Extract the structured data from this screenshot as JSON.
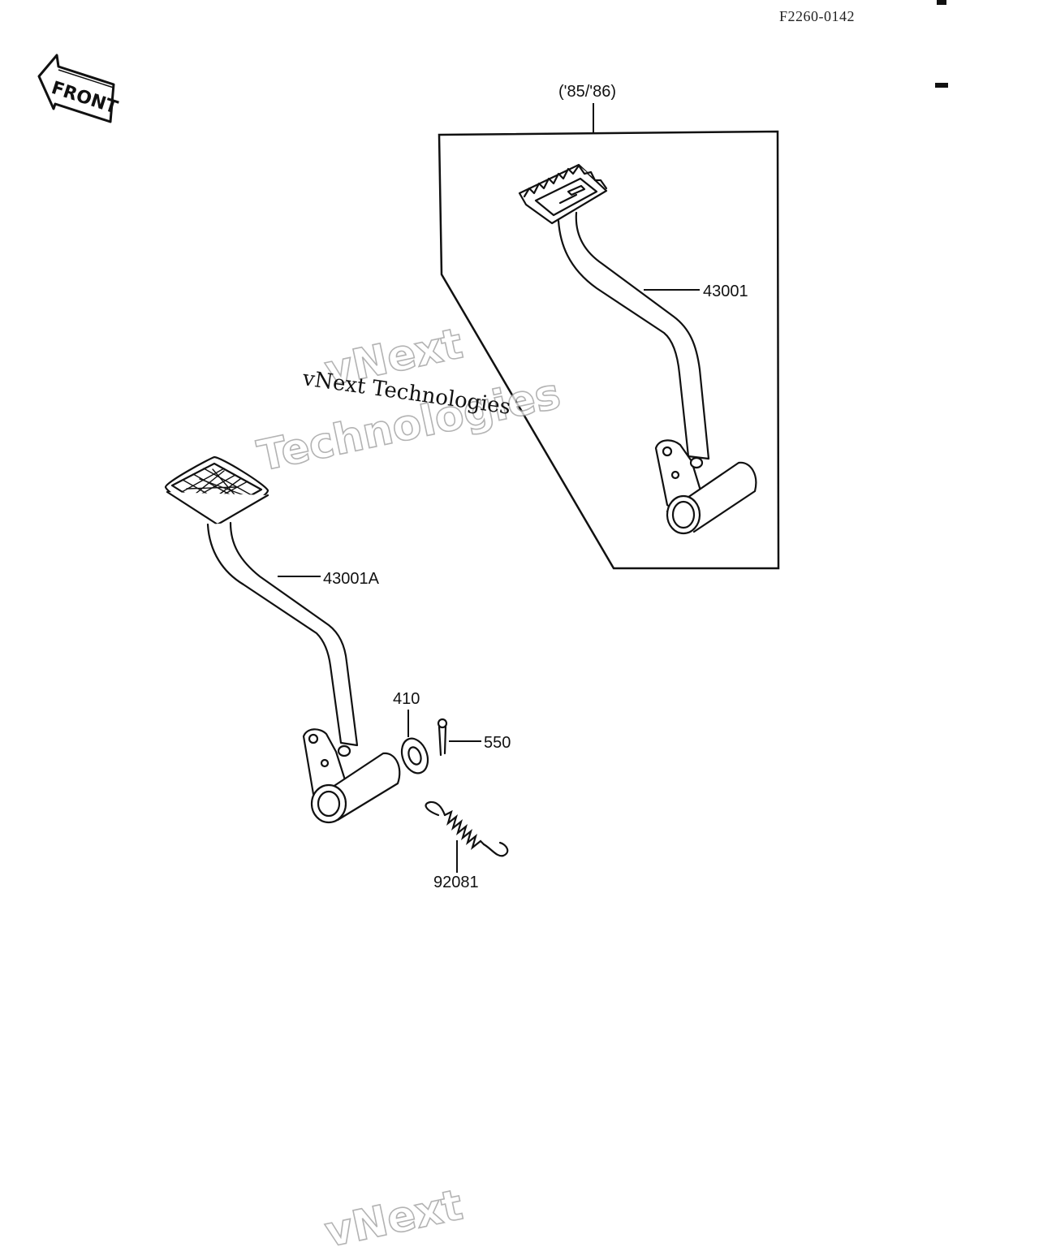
{
  "diagram_code": "F2260-0142",
  "front_label": "FRONT",
  "variant_label": "('85/'86)",
  "parts": {
    "pedal_upper": "43001",
    "pedal_lower": "43001A",
    "washer": "410",
    "cotter_pin": "550",
    "spring": "92081"
  },
  "watermark": {
    "line1": "vNext",
    "line2": "Technologies",
    "serif_text": "vNext Technologies",
    "bottom_text": "vNext"
  },
  "colors": {
    "ink": "#111111",
    "watermark_outline": "#9a9a9a"
  }
}
